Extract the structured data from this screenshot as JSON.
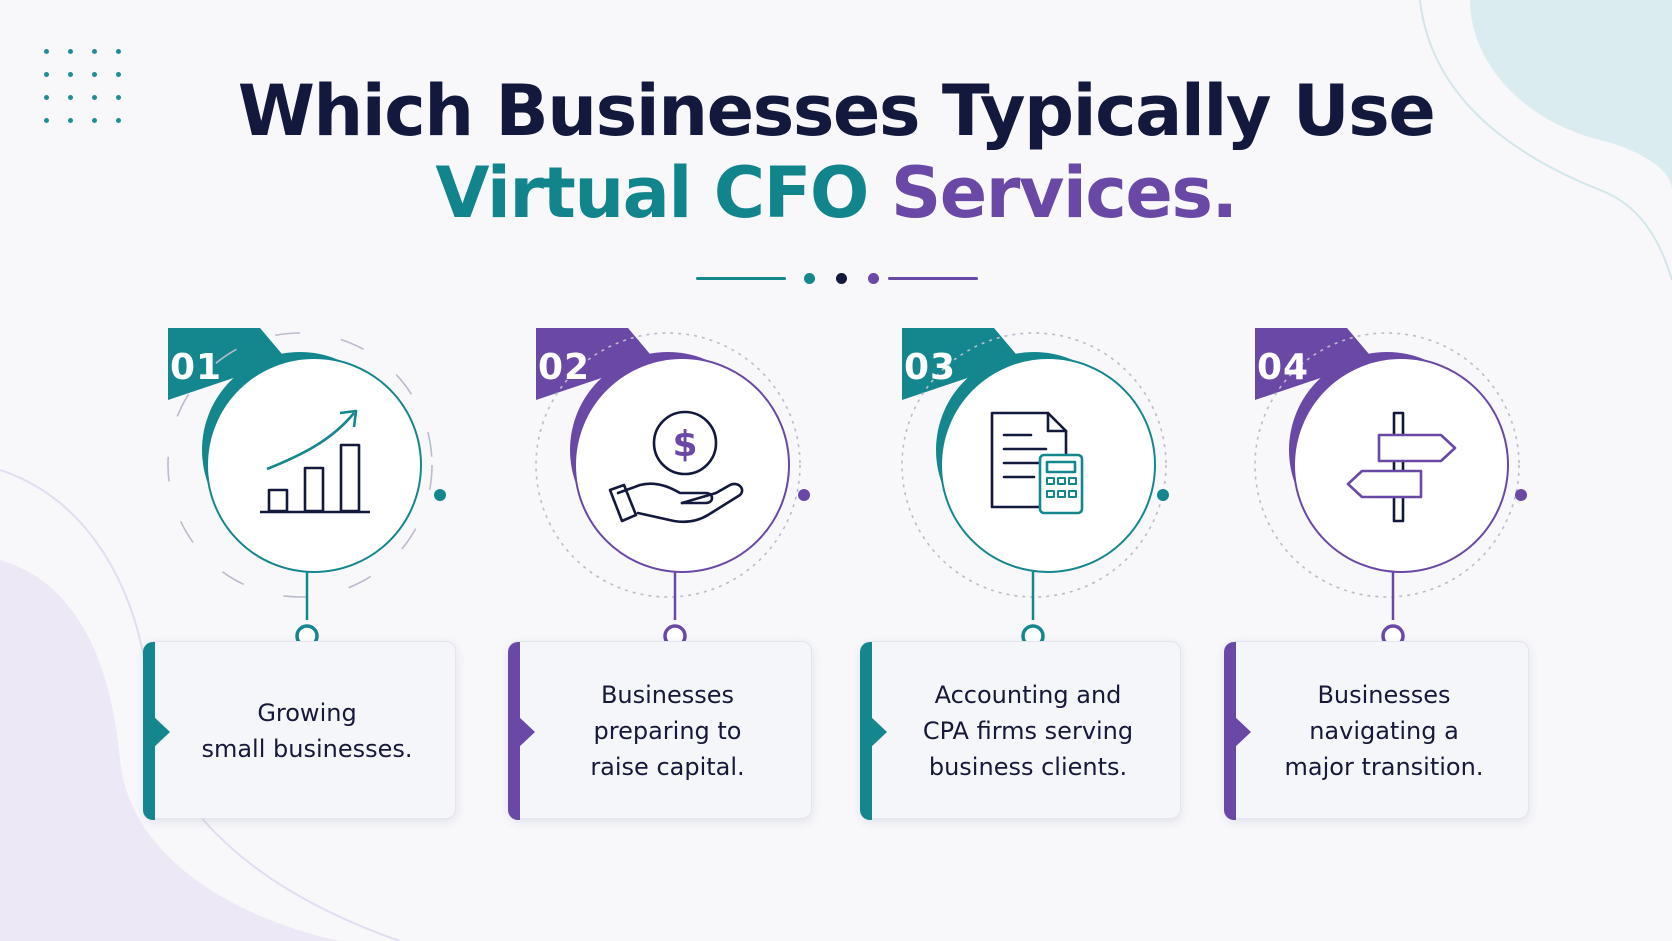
{
  "title": {
    "line1": "Which Businesses Typically Use",
    "line2_part1": "Virtual CFO",
    "line2_part2": "Services."
  },
  "colors": {
    "navy": "#13193c",
    "teal": "#14878e",
    "purple": "#6a48a6",
    "background": "#f8f8fb"
  },
  "steps": [
    {
      "number": "01",
      "icon": "growth-chart-icon",
      "color": "#14878e",
      "text": "Growing\nsmall businesses."
    },
    {
      "number": "02",
      "icon": "dollar-hand-icon",
      "color": "#6a48a6",
      "text": "Businesses\npreparing to\nraise capital."
    },
    {
      "number": "03",
      "icon": "document-calculator-icon",
      "color": "#14878e",
      "text": "Accounting and\nCPA firms serving\nbusiness clients."
    },
    {
      "number": "04",
      "icon": "signpost-icon",
      "color": "#6a48a6",
      "text": "Businesses\nnavigating a\nmajor transition."
    }
  ]
}
